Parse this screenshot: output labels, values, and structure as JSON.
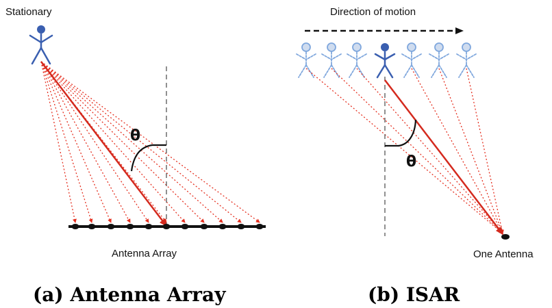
{
  "panel_a": {
    "title": "Stationary",
    "axis_label": "Antenna Array",
    "angle_symbol": "θ",
    "caption": "(a) Antenna Array"
  },
  "panel_b": {
    "title": "Direction of motion",
    "antenna_label": "One Antenna",
    "angle_symbol": "θ",
    "caption": "(b) ISAR"
  },
  "colors": {
    "ray": "#e53020",
    "main_ray": "#d42a1e",
    "person": "#3a5fb0",
    "ghost_person": "#7fa7dd",
    "antenna": "#111111",
    "dashed": "#555555"
  },
  "icons": [
    "stick-figure-icon",
    "ghost-stick-figure-icon",
    "antenna-dot-icon",
    "arrowhead-icon"
  ]
}
